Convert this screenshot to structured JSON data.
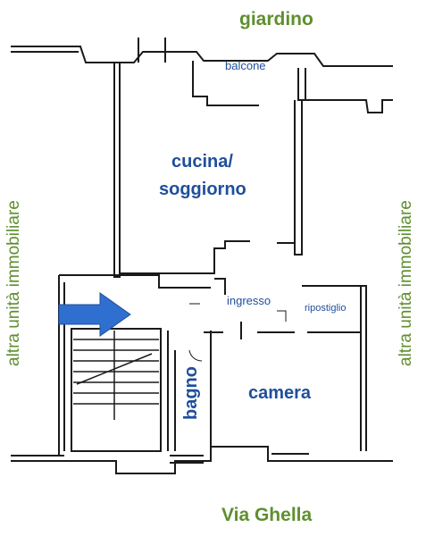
{
  "plan": {
    "outside": {
      "top": "giardino",
      "bottom": "Via Ghella",
      "left": "altra unità immobiliare",
      "right": "altra unità immobiliare"
    },
    "rooms": {
      "balcone": "balcone",
      "cucina_line1": "cucina/",
      "cucina_line2": "soggiorno",
      "ingresso": "ingresso",
      "ripostiglio": "ripostiglio",
      "bagno": "bagno",
      "camera": "camera"
    },
    "colors": {
      "outside_text": "#5f8f2e",
      "room_text": "#1f4f9c",
      "arrow": "#2f6fd0",
      "walls": "#1a1a1a"
    },
    "icons": [
      "entrance-arrow",
      "stairs"
    ]
  }
}
